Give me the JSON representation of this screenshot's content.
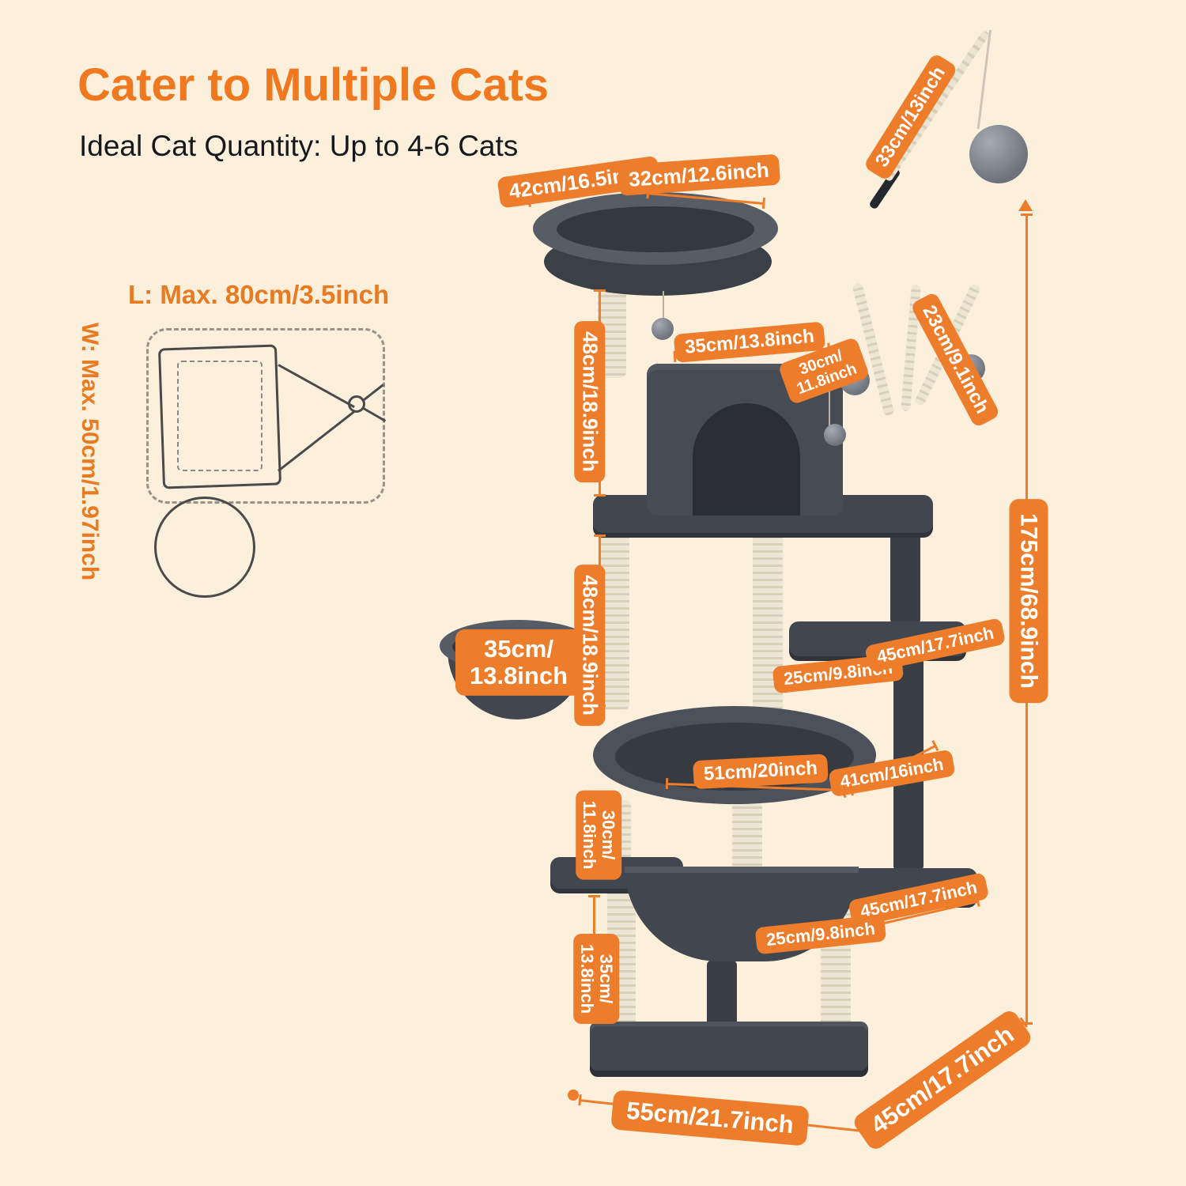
{
  "header": {
    "title": "Cater to Multiple Cats",
    "subtitle": "Ideal Cat Quantity: Up to 4-6 Cats"
  },
  "hammock_sketch": {
    "length_label": "L: Max. 80cm/3.5inch",
    "width_label": "W: Max. 50cm/1.97inch"
  },
  "dimension_labels": {
    "top_perch_depth": "42cm/16.5inch",
    "top_perch_width": "32cm/12.6inch",
    "teaser_wand_length": "33cm/13inch",
    "condo_width": "35cm/13.8inch",
    "condo_depth": "30cm/\n11.8inch",
    "scratching_post_length": "23cm/9.1inch",
    "top_section_height": "48cm/18.9inch",
    "middle_section_height": "48cm/18.9inch",
    "basket_diameter": "35cm/\n13.8inch",
    "mid_platform_depth": "25cm/9.8inch",
    "mid_platform_width": "45cm/17.7inch",
    "hammock_length": "51cm/20inch",
    "hammock_width": "41cm/16inch",
    "lower_section_height": "30cm/\n11.8inch",
    "lower_platform_width": "45cm/17.7inch",
    "lower_platform_depth": "25cm/9.8inch",
    "base_section_height": "35cm/\n13.8inch",
    "total_height": "175cm/68.9inch",
    "base_width": "55cm/21.7inch",
    "base_depth": "45cm/17.7inch"
  },
  "colors": {
    "background": "#FCF0DC",
    "accent_orange": "#ED7D2B",
    "title_orange": "#F0791F",
    "tree_dark_gray": "#42464E",
    "tree_shadow": "#31343A",
    "sisal_beige": "#EDE6D4",
    "pill_text": "#FFFFFF",
    "subtitle_text": "#17181C"
  }
}
